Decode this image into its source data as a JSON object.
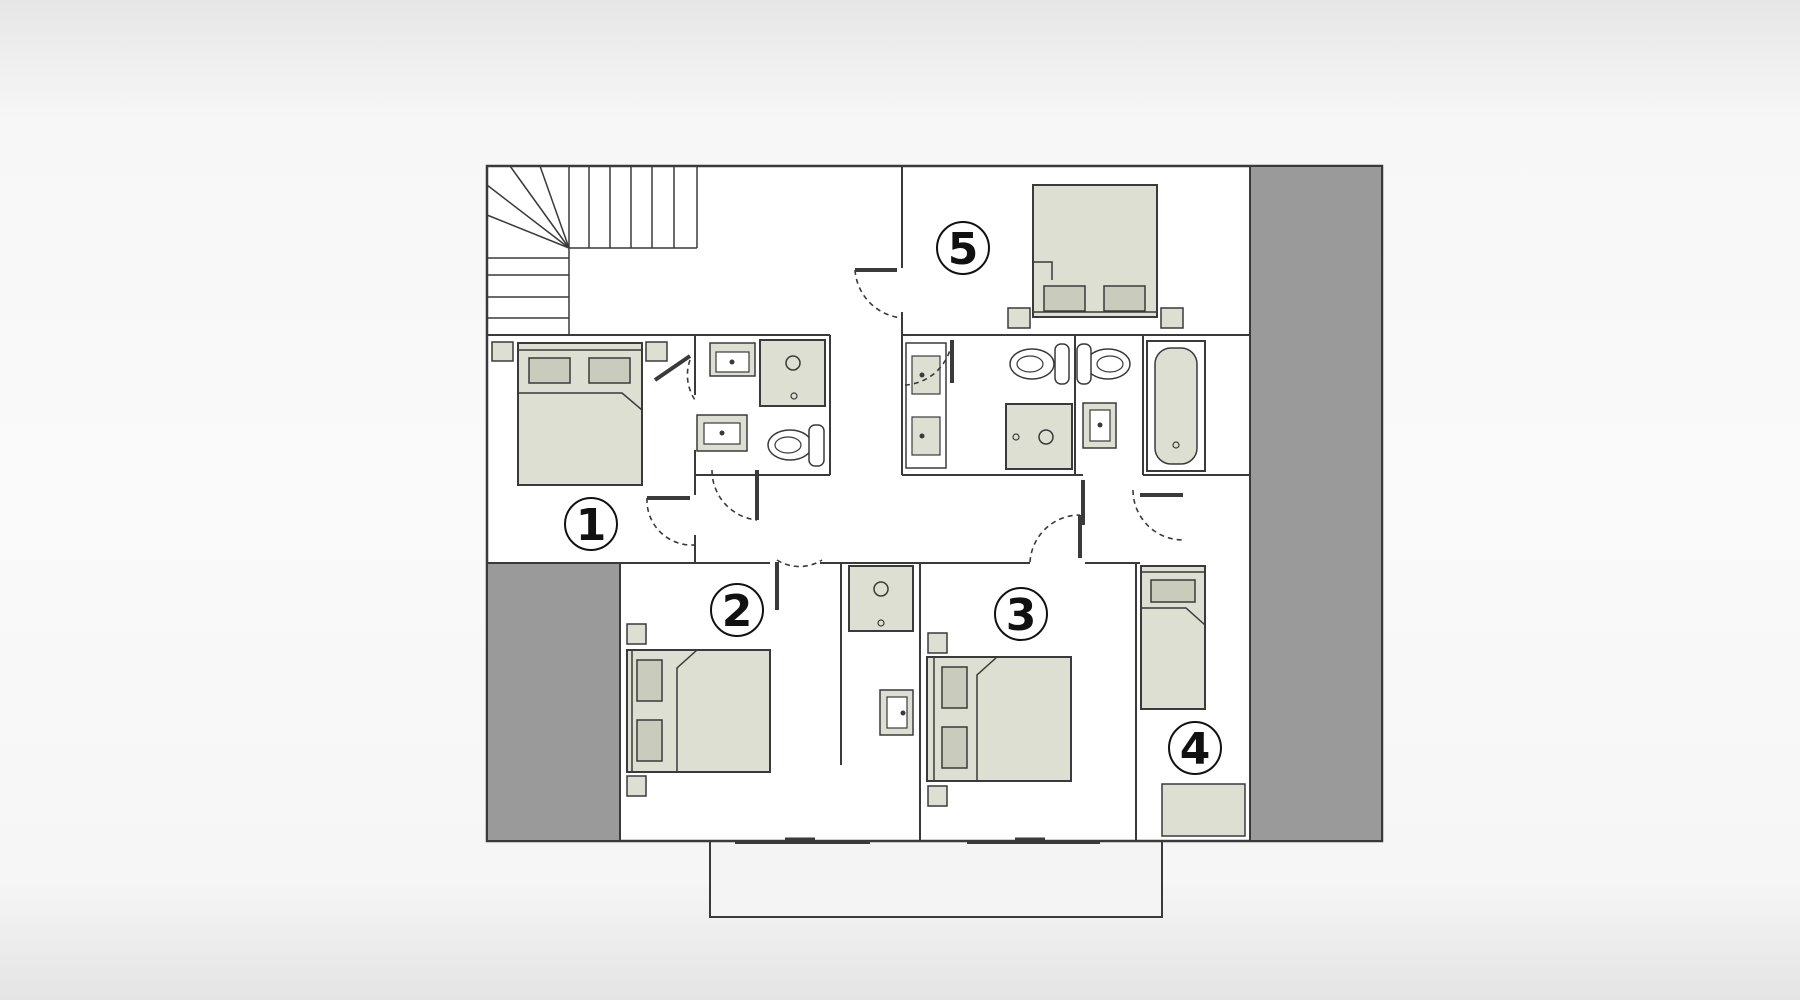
{
  "plan": {
    "room_labels": [
      "1",
      "2",
      "3",
      "4",
      "5"
    ]
  },
  "colors": {
    "background": "#f7f7f7",
    "wall": "#3a3a3a",
    "floor": "#ffffff",
    "furniture_fill": "#dddfd2",
    "void_fill": "#9a9a9a",
    "label_fill": "#ffffff"
  },
  "icons": [
    "staircase",
    "double-bed",
    "single-bed",
    "nightstand",
    "sink",
    "toilet",
    "shower",
    "bathtub",
    "door-swing",
    "sliding-door",
    "balcony",
    "cabinet"
  ]
}
